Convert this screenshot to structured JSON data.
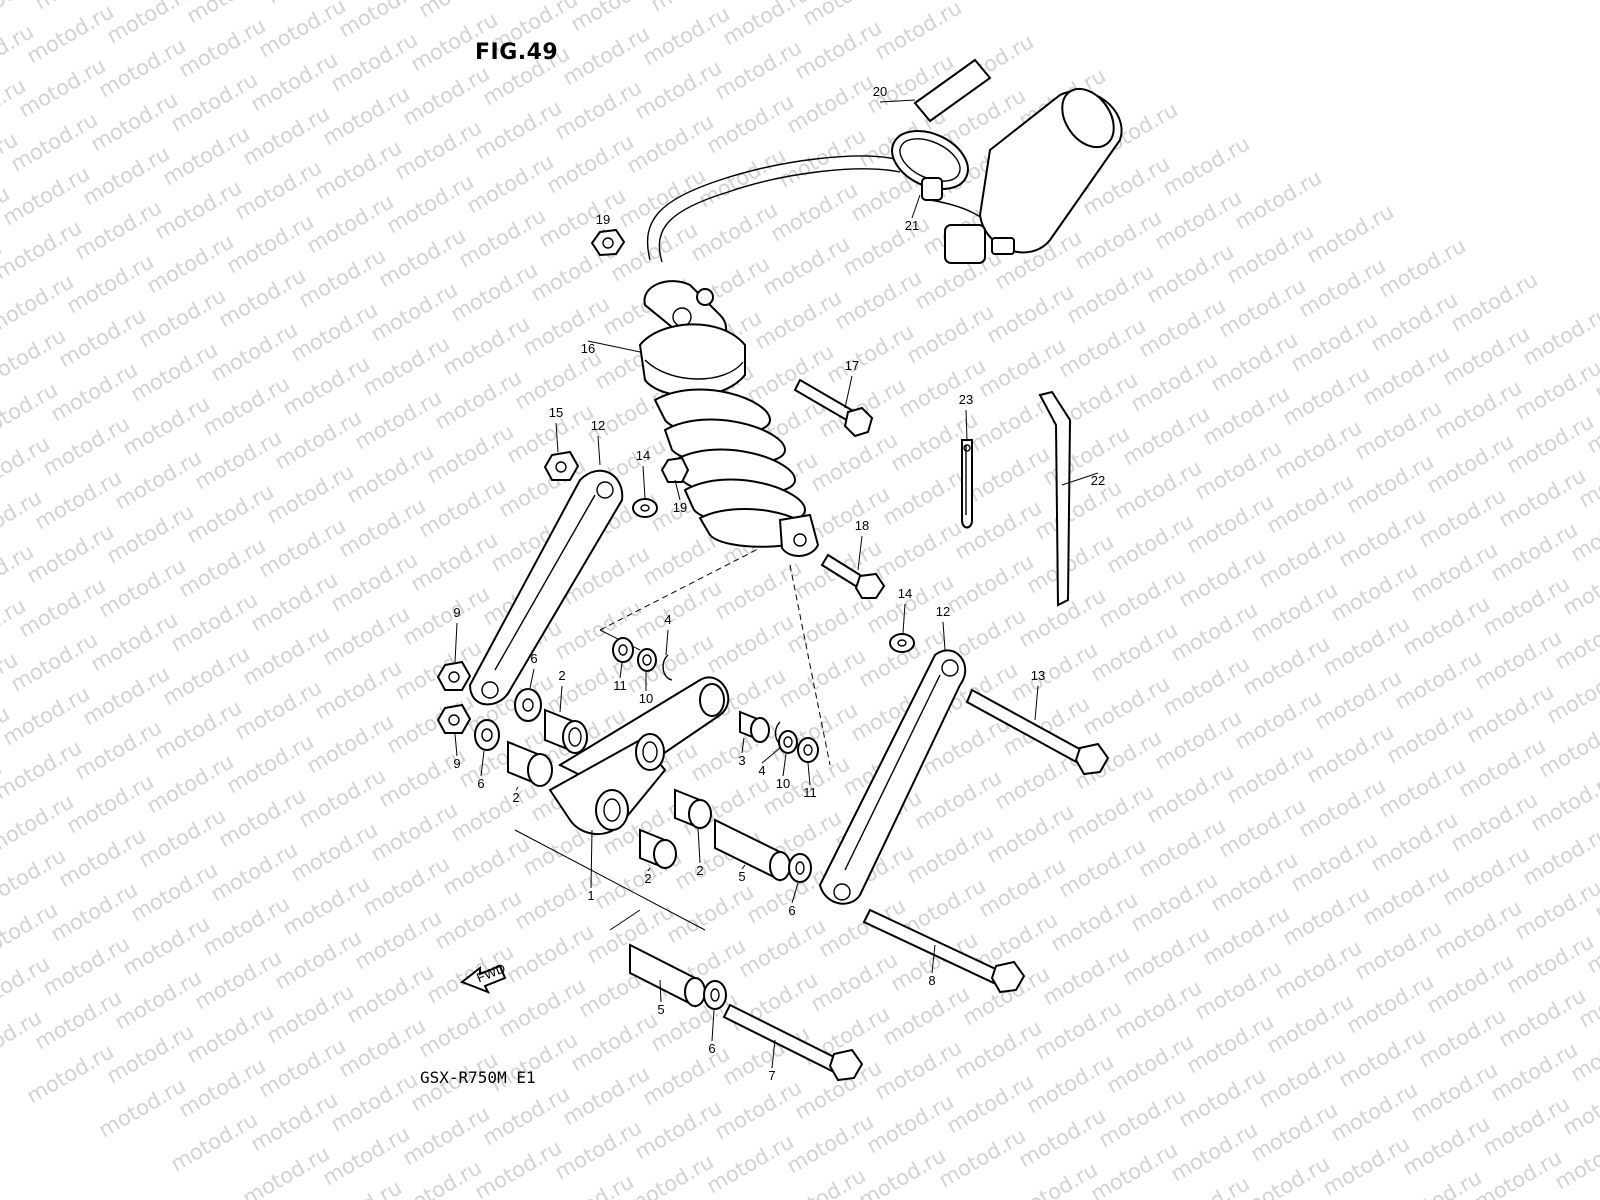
{
  "figure": {
    "title": "FIG.49",
    "model": "GSX-R750M E1",
    "watermark": "motod.ru",
    "fwd_label": "FWD"
  },
  "callouts": [
    {
      "id": "c20",
      "text": "20"
    },
    {
      "id": "c21",
      "text": "21"
    },
    {
      "id": "c19a",
      "text": "19"
    },
    {
      "id": "c16",
      "text": "16"
    },
    {
      "id": "c17",
      "text": "17"
    },
    {
      "id": "c23",
      "text": "23"
    },
    {
      "id": "c22",
      "text": "22"
    },
    {
      "id": "c15",
      "text": "15"
    },
    {
      "id": "c12a",
      "text": "12"
    },
    {
      "id": "c14a",
      "text": "14"
    },
    {
      "id": "c19b",
      "text": "19"
    },
    {
      "id": "c18",
      "text": "18"
    },
    {
      "id": "c14b",
      "text": "14"
    },
    {
      "id": "c12b",
      "text": "12"
    },
    {
      "id": "c9a",
      "text": "9"
    },
    {
      "id": "c4a",
      "text": "4"
    },
    {
      "id": "c6a",
      "text": "6"
    },
    {
      "id": "c2a",
      "text": "2"
    },
    {
      "id": "c11a",
      "text": "11"
    },
    {
      "id": "c10a",
      "text": "10"
    },
    {
      "id": "c13",
      "text": "13"
    },
    {
      "id": "c9b",
      "text": "9"
    },
    {
      "id": "c6b",
      "text": "6"
    },
    {
      "id": "c3",
      "text": "3"
    },
    {
      "id": "c4b",
      "text": "4"
    },
    {
      "id": "c10b",
      "text": "10"
    },
    {
      "id": "c11b",
      "text": "11"
    },
    {
      "id": "c2b",
      "text": "2"
    },
    {
      "id": "c2c",
      "text": "2"
    },
    {
      "id": "c2d",
      "text": "2"
    },
    {
      "id": "c5a",
      "text": "5"
    },
    {
      "id": "c6c",
      "text": "6"
    },
    {
      "id": "c1",
      "text": "1"
    },
    {
      "id": "c8",
      "text": "8"
    },
    {
      "id": "c5b",
      "text": "5"
    },
    {
      "id": "c6d",
      "text": "6"
    },
    {
      "id": "c7",
      "text": "7"
    }
  ]
}
